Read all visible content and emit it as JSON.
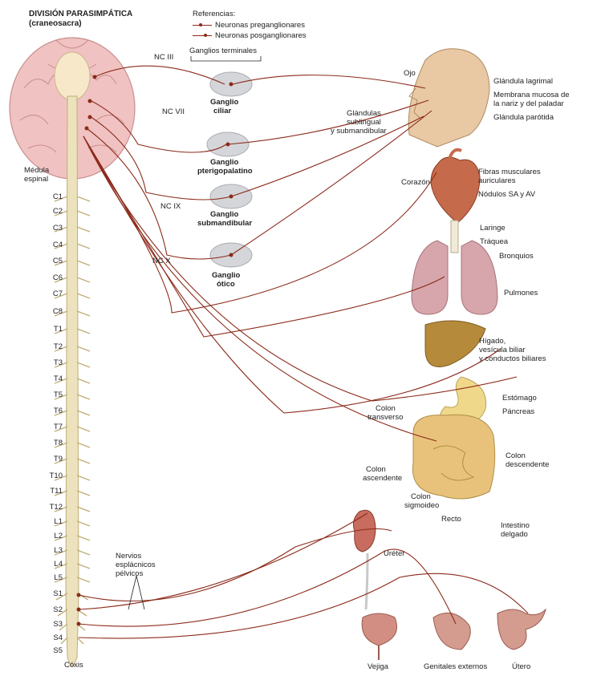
{
  "title": {
    "line1": "DIVISIÓN PARASIMPÁTICA",
    "line2": "(craneosacra)"
  },
  "legend": {
    "heading": "Referencias:",
    "pre": "Neuronas preganglionares",
    "post": "Neuronas posganglionares"
  },
  "ganglia_heading": "Ganglios terminales",
  "cranial_nerves": {
    "iii": "NC III",
    "vii": "NC VII",
    "ix": "NC IX",
    "x": "NC X"
  },
  "ganglia": {
    "ciliar": [
      "Ganglio",
      "ciliar"
    ],
    "pterigo": [
      "Ganglio",
      "pterigopalatino"
    ],
    "submand": [
      "Ganglio",
      "submandibular"
    ],
    "otico": [
      "Ganglio",
      "ótico"
    ]
  },
  "spinal_cord": [
    "Médula",
    "espinal"
  ],
  "segments": [
    "C1",
    "C2",
    "C3",
    "C4",
    "C5",
    "C6",
    "C7",
    "C8",
    "T1",
    "T2",
    "T3",
    "T4",
    "T5",
    "T6",
    "T7",
    "T8",
    "T9",
    "T10",
    "T11",
    "T12",
    "L1",
    "L2",
    "L3",
    "L4",
    "L5",
    "S1",
    "S2",
    "S3",
    "S4",
    "S5"
  ],
  "coccyx": "Cóxis",
  "pelvic_nerves": [
    "Nervios",
    "esplácnicos",
    "pélvicos"
  ],
  "organs": {
    "ojo": "Ojo",
    "lagrimal": "Glándula lagrimal",
    "mucosa": [
      "Membrana mucosa de",
      "la nariz y del paladar"
    ],
    "parotida": "Glándula parótida",
    "sublingual": [
      "Glándulas",
      "sublingual",
      "y submandibular"
    ],
    "corazon": "Corazón",
    "fibras": [
      "Fibras musculares",
      "auriculares"
    ],
    "nodulos": "Nódulos SA y AV",
    "laringe": "Laringe",
    "traquea": "Tráquea",
    "bronquios": "Bronquios",
    "pulmones": "Pulmones",
    "higado": [
      "Hígado,",
      "vesícula biliar",
      "y conductos biliares"
    ],
    "estomago": "Estómago",
    "pancreas": "Páncreas",
    "colon_transverso": [
      "Colon",
      "transverso"
    ],
    "colon_descendente": [
      "Colon",
      "descendente"
    ],
    "colon_ascendente": [
      "Colon",
      "ascendente"
    ],
    "colon_sigmoideo": [
      "Colon",
      "sigmoideo"
    ],
    "recto": "Recto",
    "intestino": [
      "Intestino",
      "delgado"
    ],
    "ureter": "Uréter",
    "vejiga": "Vejiga",
    "genitales": "Genitales externos",
    "utero": "Útero"
  },
  "colors": {
    "nerve": "#8b2a1a",
    "brain": "#f0c2c2",
    "cord": "#ece2bd",
    "ganglion": "#d4d6da",
    "skin": "#e8c9a4"
  }
}
